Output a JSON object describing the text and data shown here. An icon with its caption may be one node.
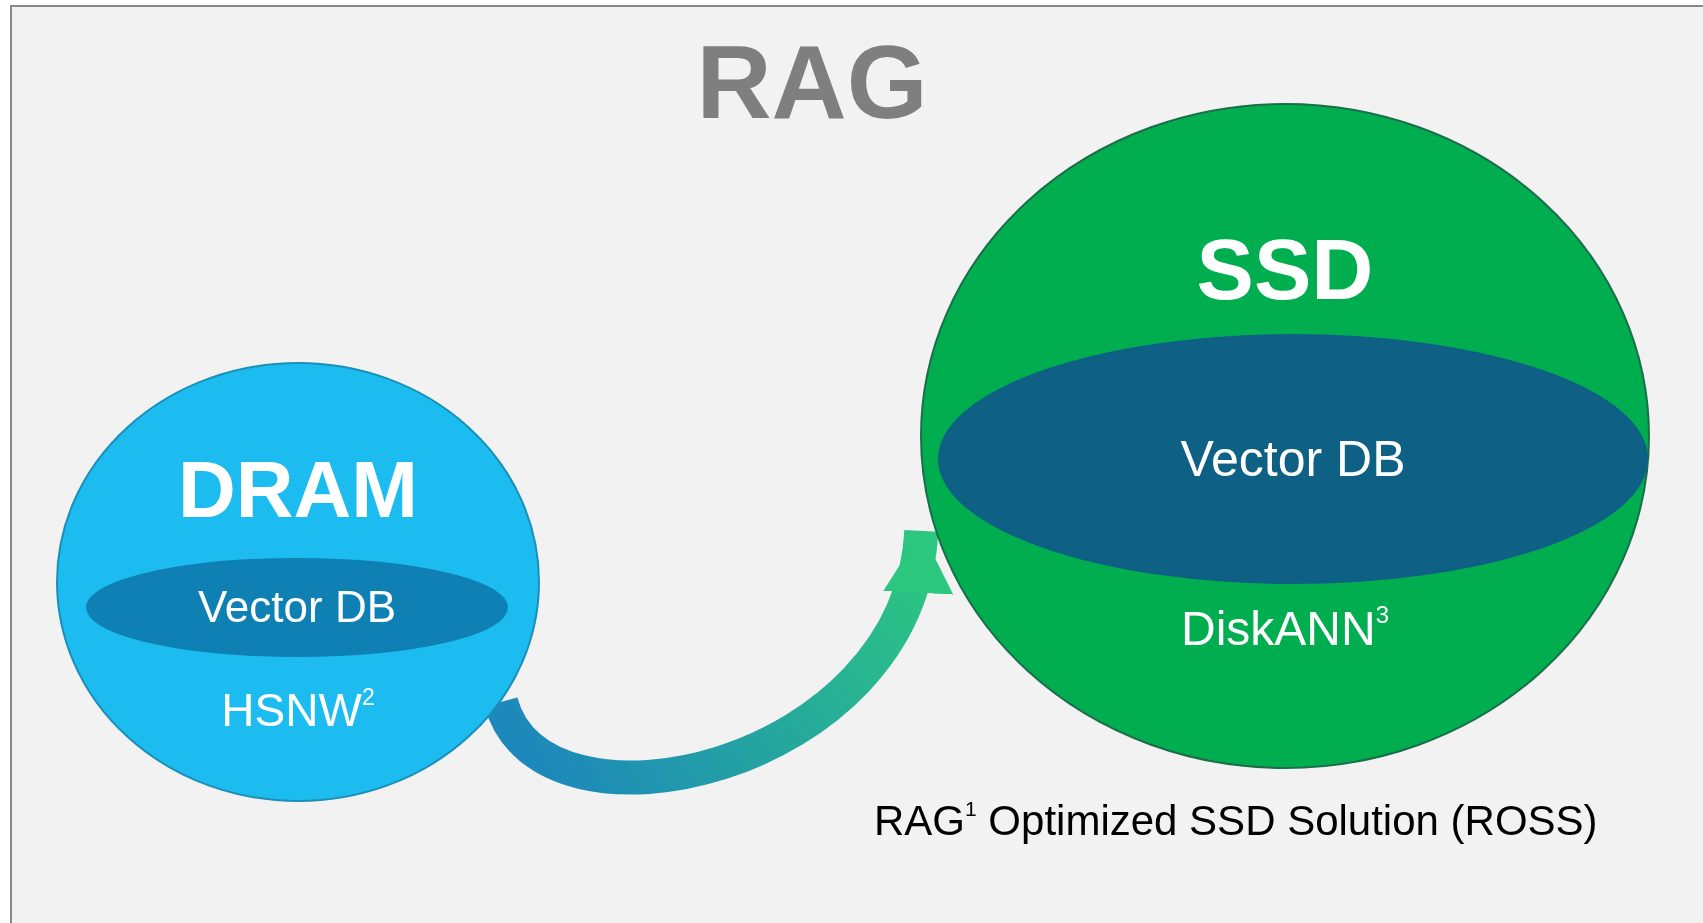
{
  "diagram": {
    "title": "RAG",
    "nodes": [
      {
        "text": [
          "DRAM",
          "HSNW$^{2}$"
        ]
      },
      {
        "text": [
          "Vector DB"
        ],
        "in": 0
      },
      {
        "text": [
          "SSD",
          "DiskANN$^{3}$"
        ]
      },
      {
        "text": [
          "Vector DB"
        ],
        "in": 2
      }
    ],
    "edges": [
      {
        "from": 0,
        "to": 2,
        "arrow": "to",
        "style": "thick"
      }
    ],
    "labels": [
      "RAG$^{1}$ Optimized SSD Solution (ROSS)"
    ]
  }
}
